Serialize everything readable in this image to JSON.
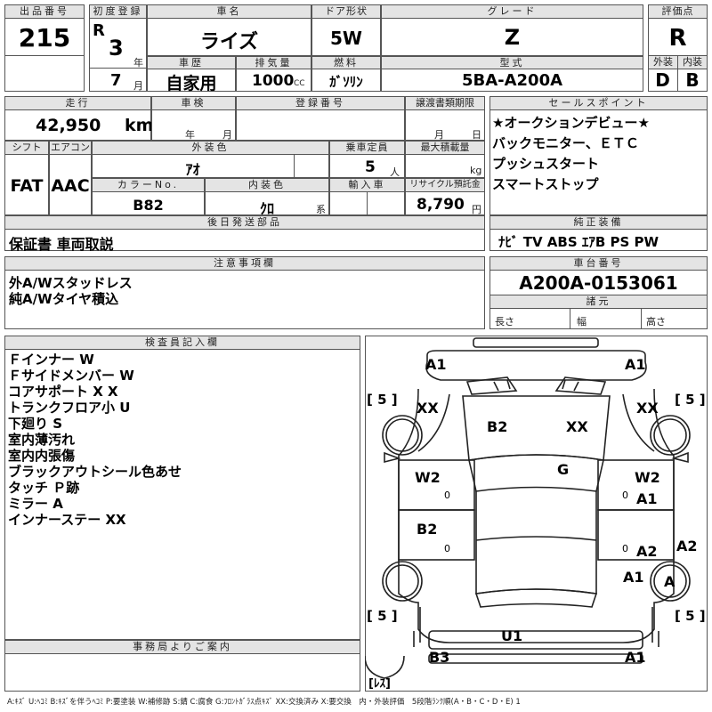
{
  "headers": {
    "lot": "出品番号",
    "first_reg": "初度登録",
    "car_name": "車名",
    "door": "ドア形状",
    "grade": "グレード",
    "rating": "評価点",
    "history": "車歴",
    "displacement": "排気量",
    "fuel": "燃料",
    "model": "型式",
    "exterior": "外装",
    "interior": "内装",
    "mileage": "走行",
    "inspection": "車検",
    "reg_no": "登録番号",
    "transfer_doc": "譲渡書類期限",
    "sales_point": "セールスポイント",
    "shift": "シフト",
    "aircon": "エアコン",
    "ext_color": "外装色",
    "capacity": "乗車定員",
    "max_load": "最大積載量",
    "color_no": "カラーNo.",
    "int_color": "内装色",
    "import": "輸入車",
    "recycle": "リサイクル預託金",
    "later_items": "後日発送部品",
    "equipment": "純正装備",
    "notes": "注意事項欄",
    "chassis": "車台番号",
    "specs": "諸元",
    "inspector": "検査員記入欄",
    "office": "事務局よりご案内"
  },
  "lot_number": "215",
  "first_reg": {
    "era": "R",
    "year": "3",
    "year_unit": "年",
    "month": "7",
    "month_unit": "月"
  },
  "car_name": "ライズ",
  "door": "5W",
  "grade": "Z",
  "rating": "R",
  "history": "自家用",
  "displacement": "1000",
  "displacement_unit": "CC",
  "fuel": "ｶﾞｿﾘﾝ",
  "model": "5BA-A200A",
  "exterior_rating": "D",
  "interior_rating": "B",
  "mileage": "42,950",
  "mileage_unit": "km",
  "inspection": {
    "year_unit": "年",
    "month_unit": "月"
  },
  "transfer_doc": {
    "month_unit": "月",
    "day_unit": "日"
  },
  "sales_points": [
    "★オークションデビュー★",
    "バックモニター、ＥＴＣ",
    "プッシュスタート",
    "スマートストップ"
  ],
  "shift": "FAT",
  "aircon": "AAC",
  "ext_color": "ｱｵ",
  "capacity": "5",
  "capacity_unit": "人",
  "max_load_unit": "kg",
  "color_no": "B82",
  "int_color": "ｸﾛ",
  "int_color_unit": "系",
  "recycle": "8,790",
  "recycle_unit": "円",
  "later_items": "保証書 車両取説",
  "equipment": "ﾅﾋﾞ TV ABS ｴｱB PS PW",
  "notes": [
    "外A/Wスタッドレス",
    "純A/Wタイヤ積込"
  ],
  "chassis_no": "A200A-0153061",
  "specs_labels": {
    "length": "長さ",
    "width": "幅",
    "height": "高さ"
  },
  "inspector_notes": [
    "Ｆインナー W",
    "Ｆサイドメンバー W",
    "コアサポート X X",
    "トランクフロア小 U",
    "下廻り S",
    "室内薄汚れ",
    "室内内張傷",
    "ブラックアウトシール色あせ",
    "タッチ Ｐ跡",
    "ミラー A",
    "インナーステー XX"
  ],
  "diagram": {
    "tire_labels": {
      "fl": "[ 5 ]",
      "fr": "[ 5 ]",
      "rl": "[ 5 ]",
      "rr": "[ 5 ]",
      "spare": "[ﾚｽ]"
    },
    "marks": {
      "front_left": "A1",
      "front_right": "A1",
      "fender_left": "XX",
      "fender_right": "XX",
      "hood_left": "B2",
      "hood_right": "XX",
      "roof": "G",
      "door_fl": "W2",
      "door_fr": "W2",
      "door_fr2": "A1",
      "door_rl": "B2",
      "door_rr": "A2",
      "rear_quarter_r": "A2",
      "rear_right": "A1",
      "wheel_rr": "A",
      "trunk": "U1",
      "rear_bumper_left": "B3",
      "rear_bumper_right": "A1",
      "zero_fl": "0",
      "zero_fr": "0",
      "zero_rl": "0",
      "zero_rr": "0"
    }
  },
  "legend": "A:ｷｽﾞ U:ﾍｺﾐ B:ｷｽﾞを伴うﾍｺﾐ P:要塗装 W:補修跡 S:錆 C:腐食 G:ﾌﾛﾝﾄｶﾞﾗｽ点ｷｽﾞ XX:交換済み X:要交換　内・外装評価　5段階ﾗﾝｸ順(A・B・C・D・E) 1"
}
